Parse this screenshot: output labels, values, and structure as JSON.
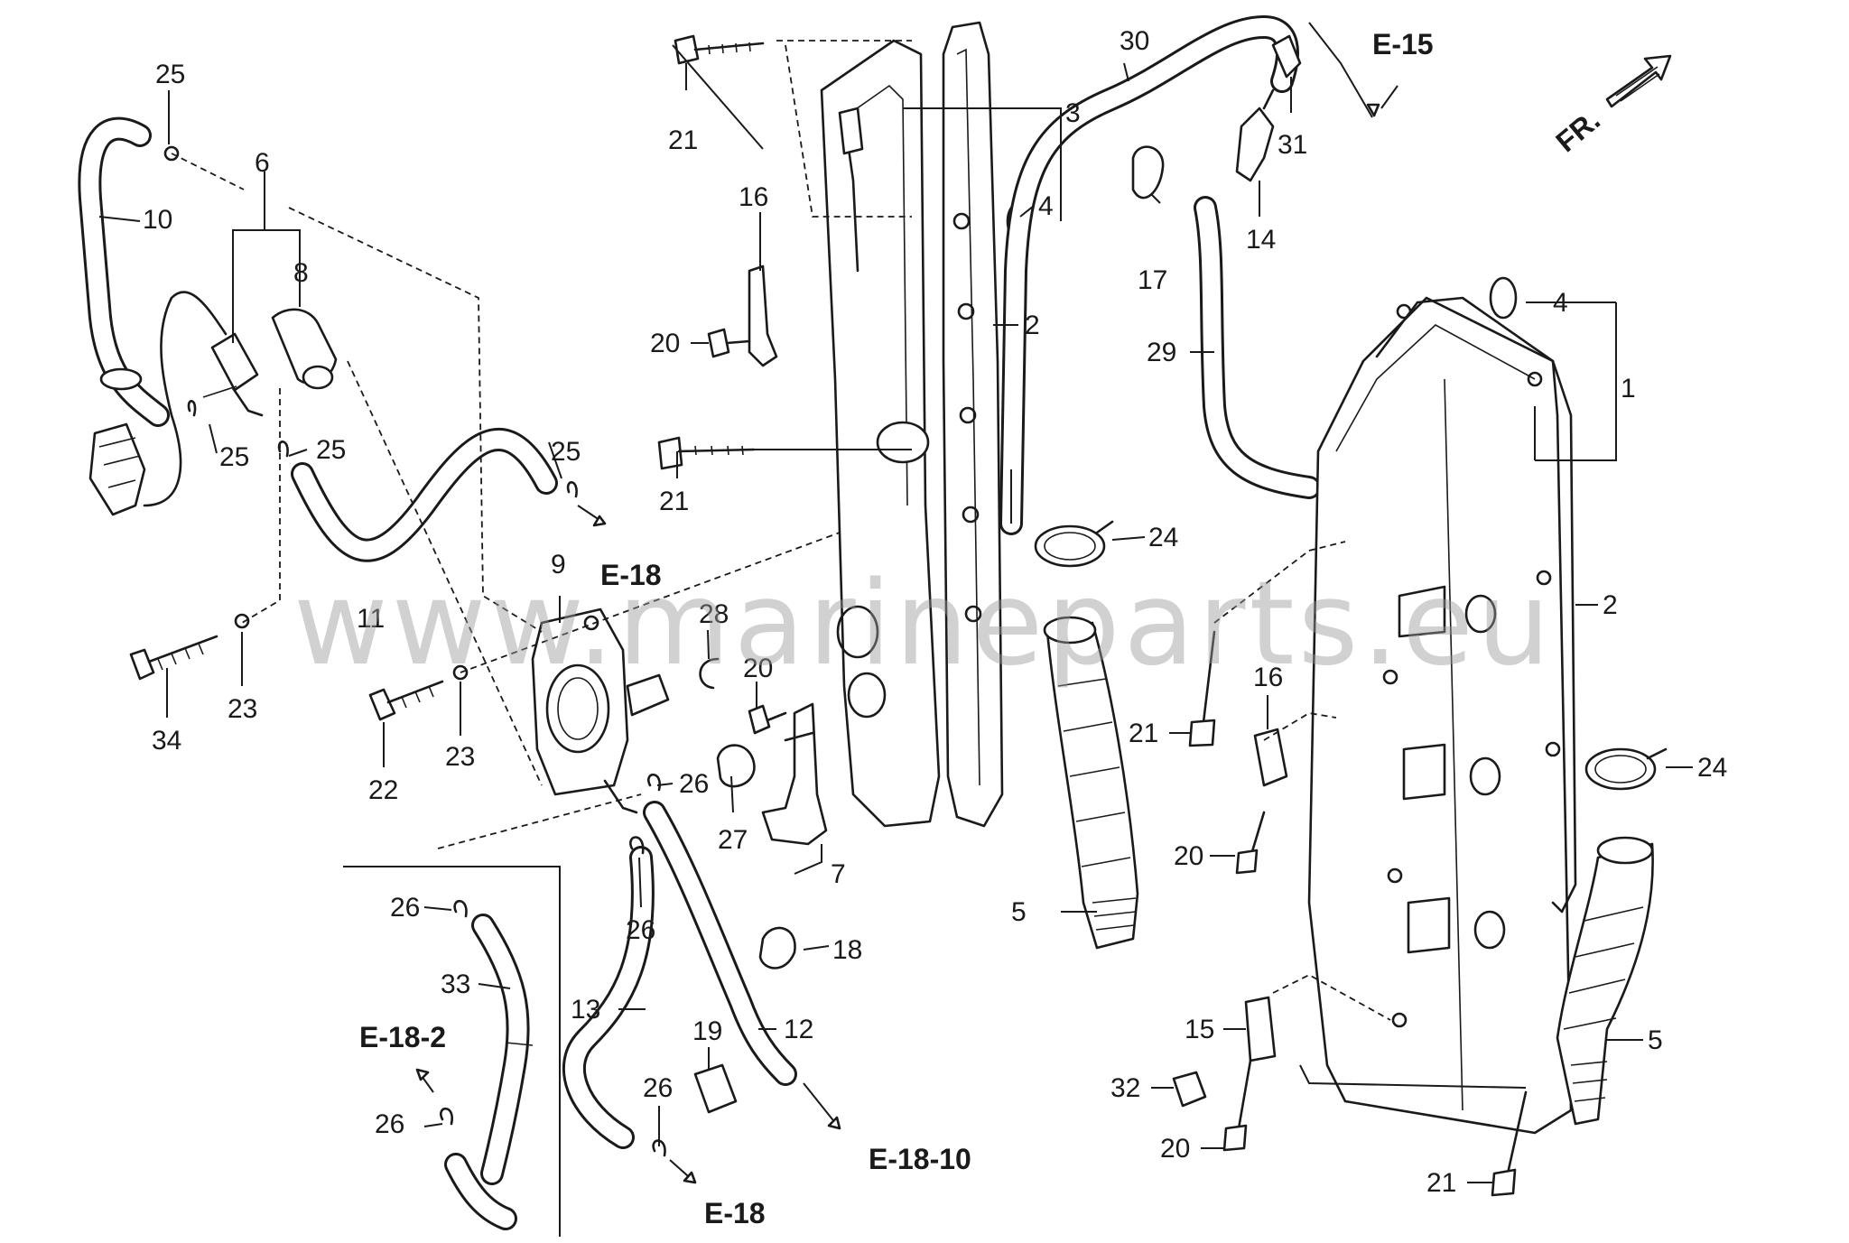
{
  "watermark": "www.marineparts.eu",
  "front_indicator": "FR.",
  "references": {
    "e15": "E-15",
    "e18_upper": "E-18",
    "e18_lower": "E-18",
    "e18_10": "E-18-10",
    "e18_2": "E-18-2"
  },
  "callouts": {
    "c1": "1",
    "c2a": "2",
    "c2b": "2",
    "c3": "3",
    "c4a": "4",
    "c4b": "4",
    "c5a": "5",
    "c5b": "5",
    "c6": "6",
    "c7": "7",
    "c8": "8",
    "c9": "9",
    "c10": "10",
    "c11": "11",
    "c12": "12",
    "c13": "13",
    "c14": "14",
    "c15": "15",
    "c16a": "16",
    "c16b": "16",
    "c17": "17",
    "c18": "18",
    "c19": "19",
    "c20a": "20",
    "c20b": "20",
    "c20c": "20",
    "c20d": "20",
    "c21a": "21",
    "c21b": "21",
    "c21c": "21",
    "c21d": "21",
    "c22": "22",
    "c23a": "23",
    "c23b": "23",
    "c24a": "24",
    "c24b": "24",
    "c25a": "25",
    "c25b": "25",
    "c25c": "25",
    "c25d": "25",
    "c26a": "26",
    "c26b": "26",
    "c26c": "26",
    "c26d": "26",
    "c26e": "26",
    "c27": "27",
    "c28": "28",
    "c29": "29",
    "c30": "30",
    "c31": "31",
    "c32": "32",
    "c33": "33",
    "c34": "34"
  }
}
